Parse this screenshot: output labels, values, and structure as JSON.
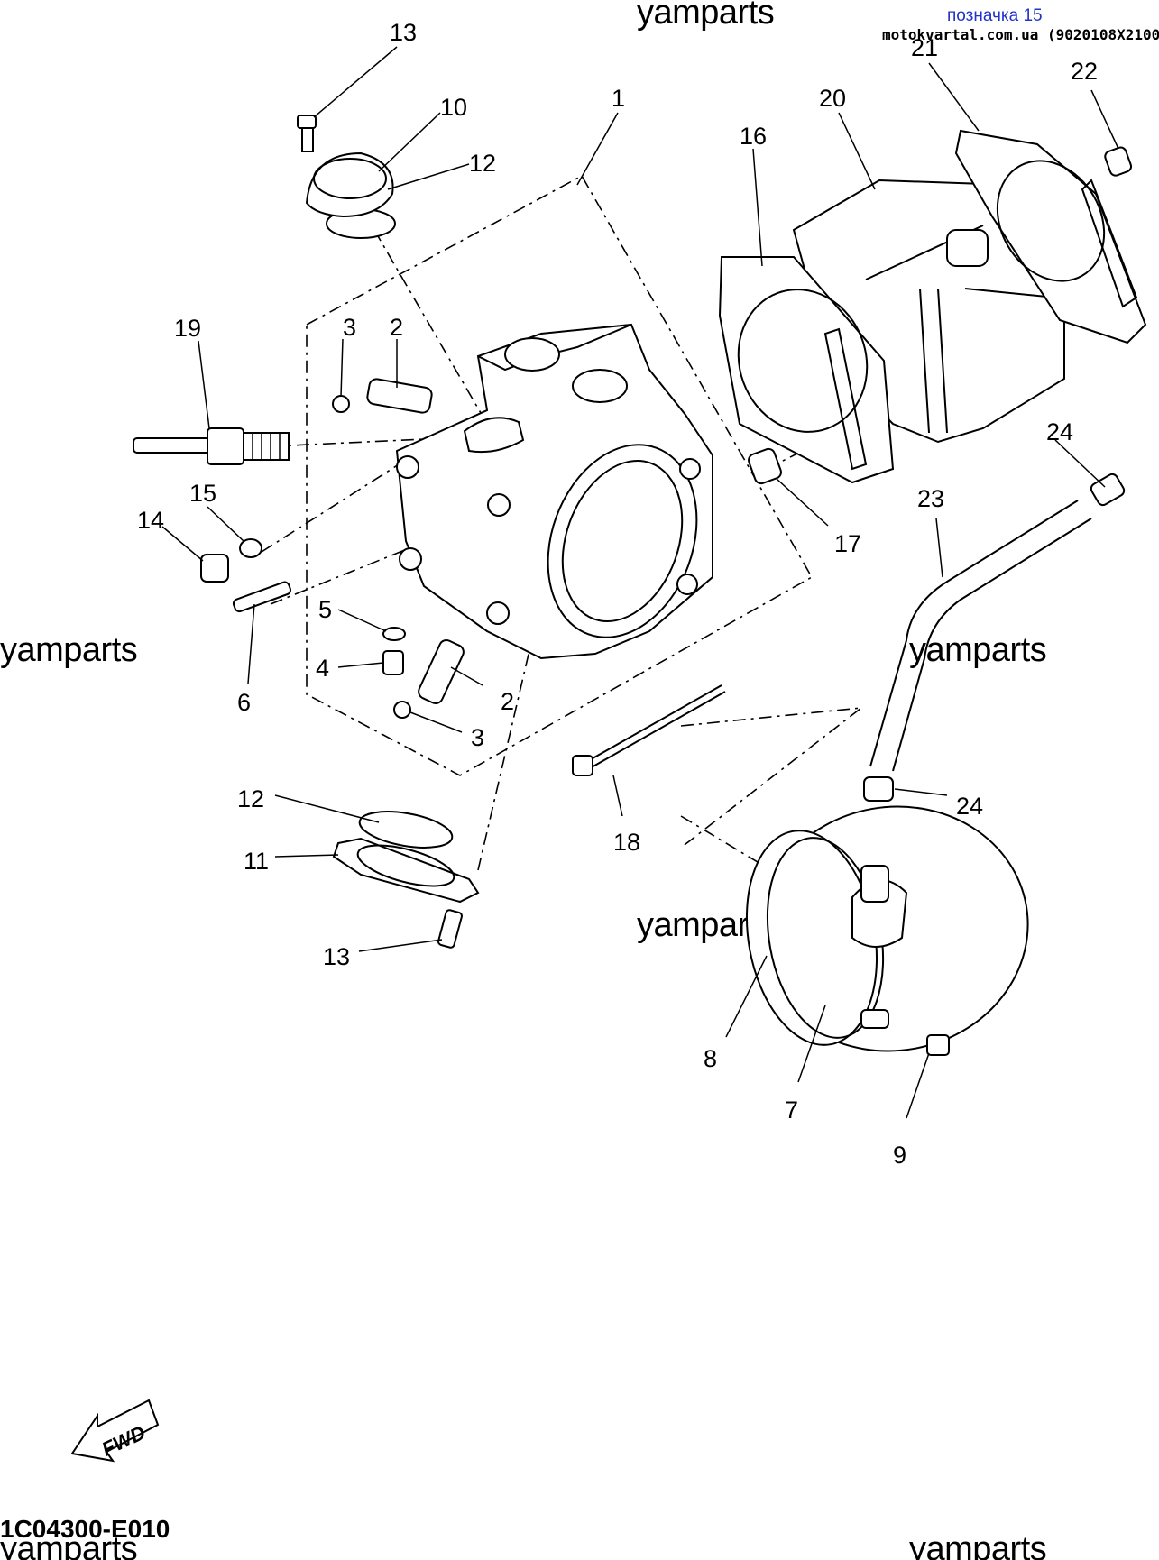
{
  "header": {
    "note": "позначка 15",
    "site": "motokvartal.com.ua (9020108X2100)"
  },
  "watermark": "yamparts",
  "diagram_code": "1C04300-E010",
  "fwd_label": "FWD",
  "callouts": [
    "13",
    "10",
    "12",
    "1",
    "19",
    "3",
    "2",
    "15",
    "14",
    "6",
    "5",
    "4",
    "2",
    "3",
    "12",
    "11",
    "13",
    "18",
    "21",
    "22",
    "20",
    "16",
    "17",
    "24",
    "23",
    "24",
    "8",
    "7",
    "9"
  ]
}
